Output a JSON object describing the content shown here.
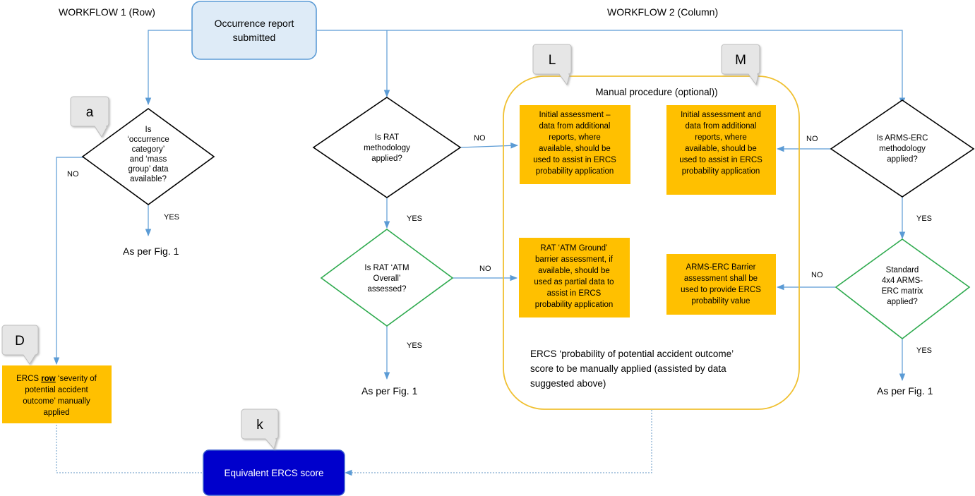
{
  "workflow1": {
    "label": "WORKFLOW 1 (Row)"
  },
  "workflow2": {
    "label": "WORKFLOW 2 (Column)"
  },
  "start": {
    "lines": [
      "Occurrence report",
      "submitted"
    ]
  },
  "callouts": {
    "a": "a",
    "d": "D",
    "k": "k",
    "l": "L",
    "m": "M"
  },
  "manual": {
    "title": "Manual procedure (optional))",
    "note": [
      "ERCS ‘probability of potential accident outcome’",
      "score to be manually applied (assisted by data",
      "suggested above)"
    ]
  },
  "diamonds": {
    "occ_category": [
      "Is",
      "‘occurrence",
      "category’",
      "and ‘mass",
      "group’ data",
      "available?"
    ],
    "rat_method": [
      "Is RAT",
      "methodology",
      "applied?"
    ],
    "rat_atm": [
      "Is RAT ‘ATM",
      "Overall’",
      "assessed?"
    ],
    "arms_method": [
      "Is ARMS-ERC",
      "methodology",
      "applied?"
    ],
    "arms_matrix": [
      "Standard",
      "4x4 ARMS-",
      "ERC matrix",
      "applied?"
    ]
  },
  "boxes": {
    "initial_rat": [
      "Initial assessment –",
      "data from additional",
      "reports, where",
      "available, should be",
      "used to assist in ERCS",
      "probability application"
    ],
    "initial_arms": [
      "Initial assessment and",
      "data from additional",
      "reports, where",
      "available, should be",
      "used to assist in ERCS",
      "probability application"
    ],
    "rat_ground": [
      "RAT ‘ATM Ground’",
      "barrier assessment, if",
      "available, should be",
      "used as partial data to",
      "assist in ERCS",
      "probability application"
    ],
    "arms_barrier": [
      "ARMS-ERC Barrier",
      "assessment shall be",
      "used to provide ERCS",
      "probability value"
    ],
    "ercs_row": {
      "prefix": "ERCS ",
      "emphasis": "row",
      "rest": " ‘severity of",
      "lines": [
        "potential accident",
        "outcome’ manually",
        "applied"
      ]
    }
  },
  "answers": {
    "no_w1": "NO",
    "yes_w1": "YES",
    "no_rat": "NO",
    "yes_rat": "YES",
    "no_atm": "NO",
    "yes_atm": "YES",
    "no_arms": "NO",
    "yes_arms": "YES",
    "no_matrix": "NO",
    "yes_matrix": "YES"
  },
  "figs": {
    "w1": "As per Fig. 1",
    "rat": "As per Fig. 1",
    "arms": "As per Fig. 1"
  },
  "end": {
    "label": "Equivalent ERCS score"
  },
  "colors": {
    "flow_line": "#5b9bd5",
    "start_fill": "#deebf7",
    "start_stroke": "#5b9bd5",
    "orange_box": "#ffc000",
    "green_diamond": "#2eaa4e",
    "manual_border": "#f0c030",
    "end_fill": "#0000cc"
  }
}
